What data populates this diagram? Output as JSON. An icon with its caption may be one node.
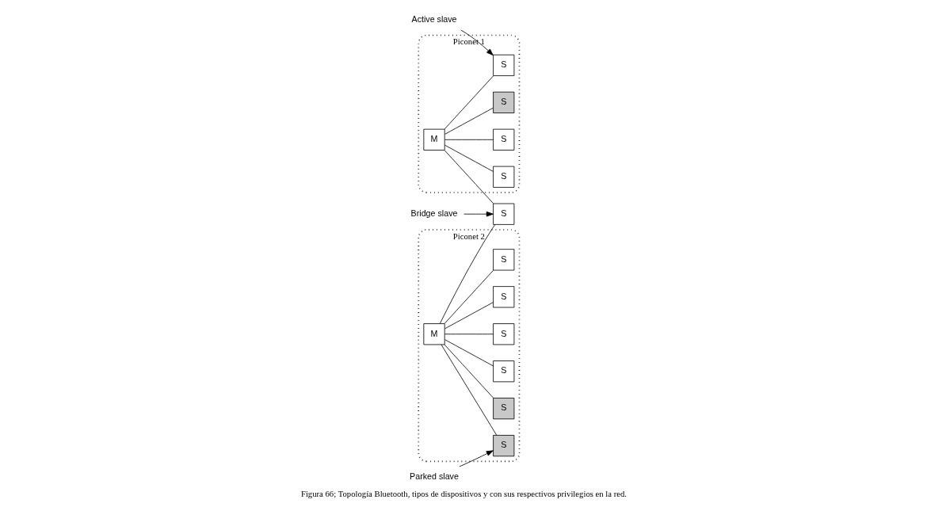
{
  "diagram": {
    "caption": "Figura 66; Topología Bluetooth, tipos de dispositivos y con sus respectivos privilegios en la red.",
    "nodes": [
      {
        "text": [
          "Piconet 1"
        ]
      },
      {
        "text": [
          "S"
        ],
        "in": 0
      },
      {
        "text": [
          "S"
        ],
        "in": 0
      },
      {
        "text": [
          "M"
        ],
        "in": 0
      },
      {
        "text": [
          "S"
        ],
        "in": 0
      },
      {
        "text": [
          "S"
        ],
        "in": 0
      },
      {
        "text": [
          "Piconet 2"
        ]
      },
      {
        "text": [
          "S"
        ],
        "in": 6
      },
      {
        "text": [
          "S"
        ],
        "in": 6
      },
      {
        "text": [
          "S"
        ],
        "in": 6
      },
      {
        "text": [
          "M"
        ],
        "in": 6
      },
      {
        "text": [
          "S"
        ],
        "in": 6
      },
      {
        "text": [
          "S"
        ],
        "in": 6
      },
      {
        "text": [
          "S"
        ],
        "in": 6
      },
      {
        "text": [
          "S"
        ]
      },
      {
        "text": [
          "Active slave"
        ]
      },
      {
        "text": [
          "Bridge slave"
        ]
      },
      {
        "text": [
          "Parked slave"
        ]
      }
    ],
    "edges": [
      {
        "from": 3,
        "to": 1,
        "arrow": "none"
      },
      {
        "from": 3,
        "to": 2,
        "arrow": "none"
      },
      {
        "from": 3,
        "to": 4,
        "arrow": "none"
      },
      {
        "from": 3,
        "to": 5,
        "arrow": "none"
      },
      {
        "from": 3,
        "to": 14,
        "arrow": "none"
      },
      {
        "from": 10,
        "to": 14,
        "arrow": "none"
      },
      {
        "from": 10,
        "to": 7,
        "arrow": "none"
      },
      {
        "from": 10,
        "to": 8,
        "arrow": "none"
      },
      {
        "from": 10,
        "to": 9,
        "arrow": "none"
      },
      {
        "from": 10,
        "to": 11,
        "arrow": "none"
      },
      {
        "from": 10,
        "to": 12,
        "arrow": "none"
      },
      {
        "from": 10,
        "to": 13,
        "arrow": "none"
      },
      {
        "from": 15,
        "to": 4,
        "arrow": "to"
      },
      {
        "from": 16,
        "to": 14,
        "arrow": "to"
      },
      {
        "from": 17,
        "to": 11,
        "arrow": "to"
      }
    ]
  }
}
